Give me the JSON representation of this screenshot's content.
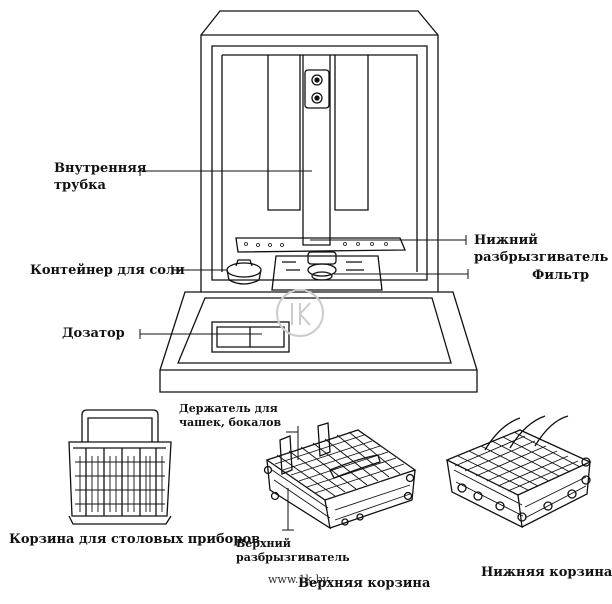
{
  "labels": {
    "inner_tube_line1": "Внутренняя",
    "inner_tube_line2": "трубка",
    "salt_container": "Контейнер для соли",
    "dispenser": "Дозатор",
    "lower_sprayer_line1": "Нижний",
    "lower_sprayer_line2": "разбрызгиватель",
    "filter": "Фильтр",
    "cup_holder_line1": "Держатель для",
    "cup_holder_line2": "чашек, бокалов",
    "cutlery_basket": "Корзина для столовых приборов",
    "upper_sprayer_line1": "Верхний",
    "upper_sprayer_line2": "разбрызгиватель",
    "upper_basket": "Верхняя корзина",
    "lower_basket": "Нижняя корзина",
    "watermark": "www.1k.by"
  },
  "colors": {
    "line": "#111111",
    "watermark": "#bbbbbb"
  }
}
